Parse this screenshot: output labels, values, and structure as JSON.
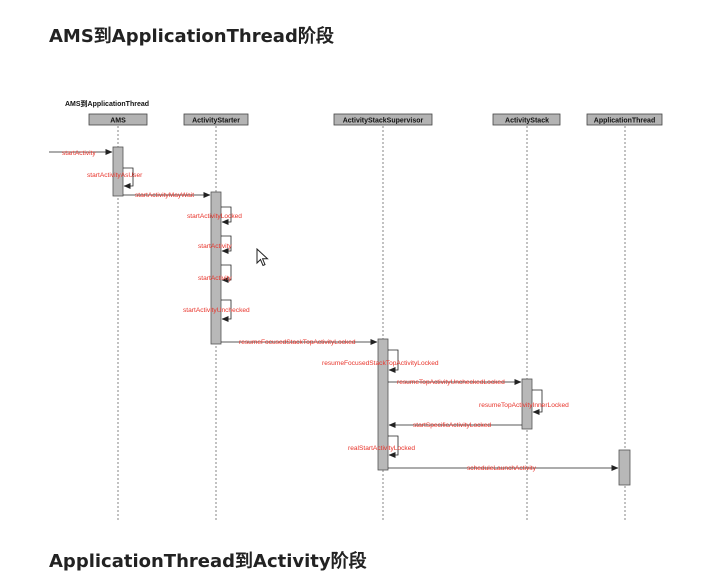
{
  "headings": {
    "section1": "AMS到ApplicationThread阶段",
    "section2": "ApplicationThread到Activity阶段"
  },
  "diagram": {
    "title": "AMS到ApplicationThread",
    "participants": [
      "AMS",
      "ActivityStarter",
      "ActivityStackSupervisor",
      "ActivityStack",
      "ApplicationThread"
    ],
    "messages": [
      "startActivity",
      "startActivityAsUser",
      "startActivityMayWait",
      "startActivityLocked",
      "startActivity",
      "startActivity",
      "startActivityUnchecked",
      "resumeFocusedStackTopActivityLocked",
      "resumeFocusedStackTopActivityLocked",
      "resumeTopActivityUncheckedLocked",
      "resumeTopActivityInnerLocked",
      "startSpecificActivityLocked",
      "realStartActivityLocked",
      "scheduleLaunchActivity"
    ]
  },
  "colors": {
    "message_text": "#e8332a",
    "participant_fill": "#b3b3b3",
    "activation_fill": "#b8b8b8",
    "line": "#333333"
  }
}
